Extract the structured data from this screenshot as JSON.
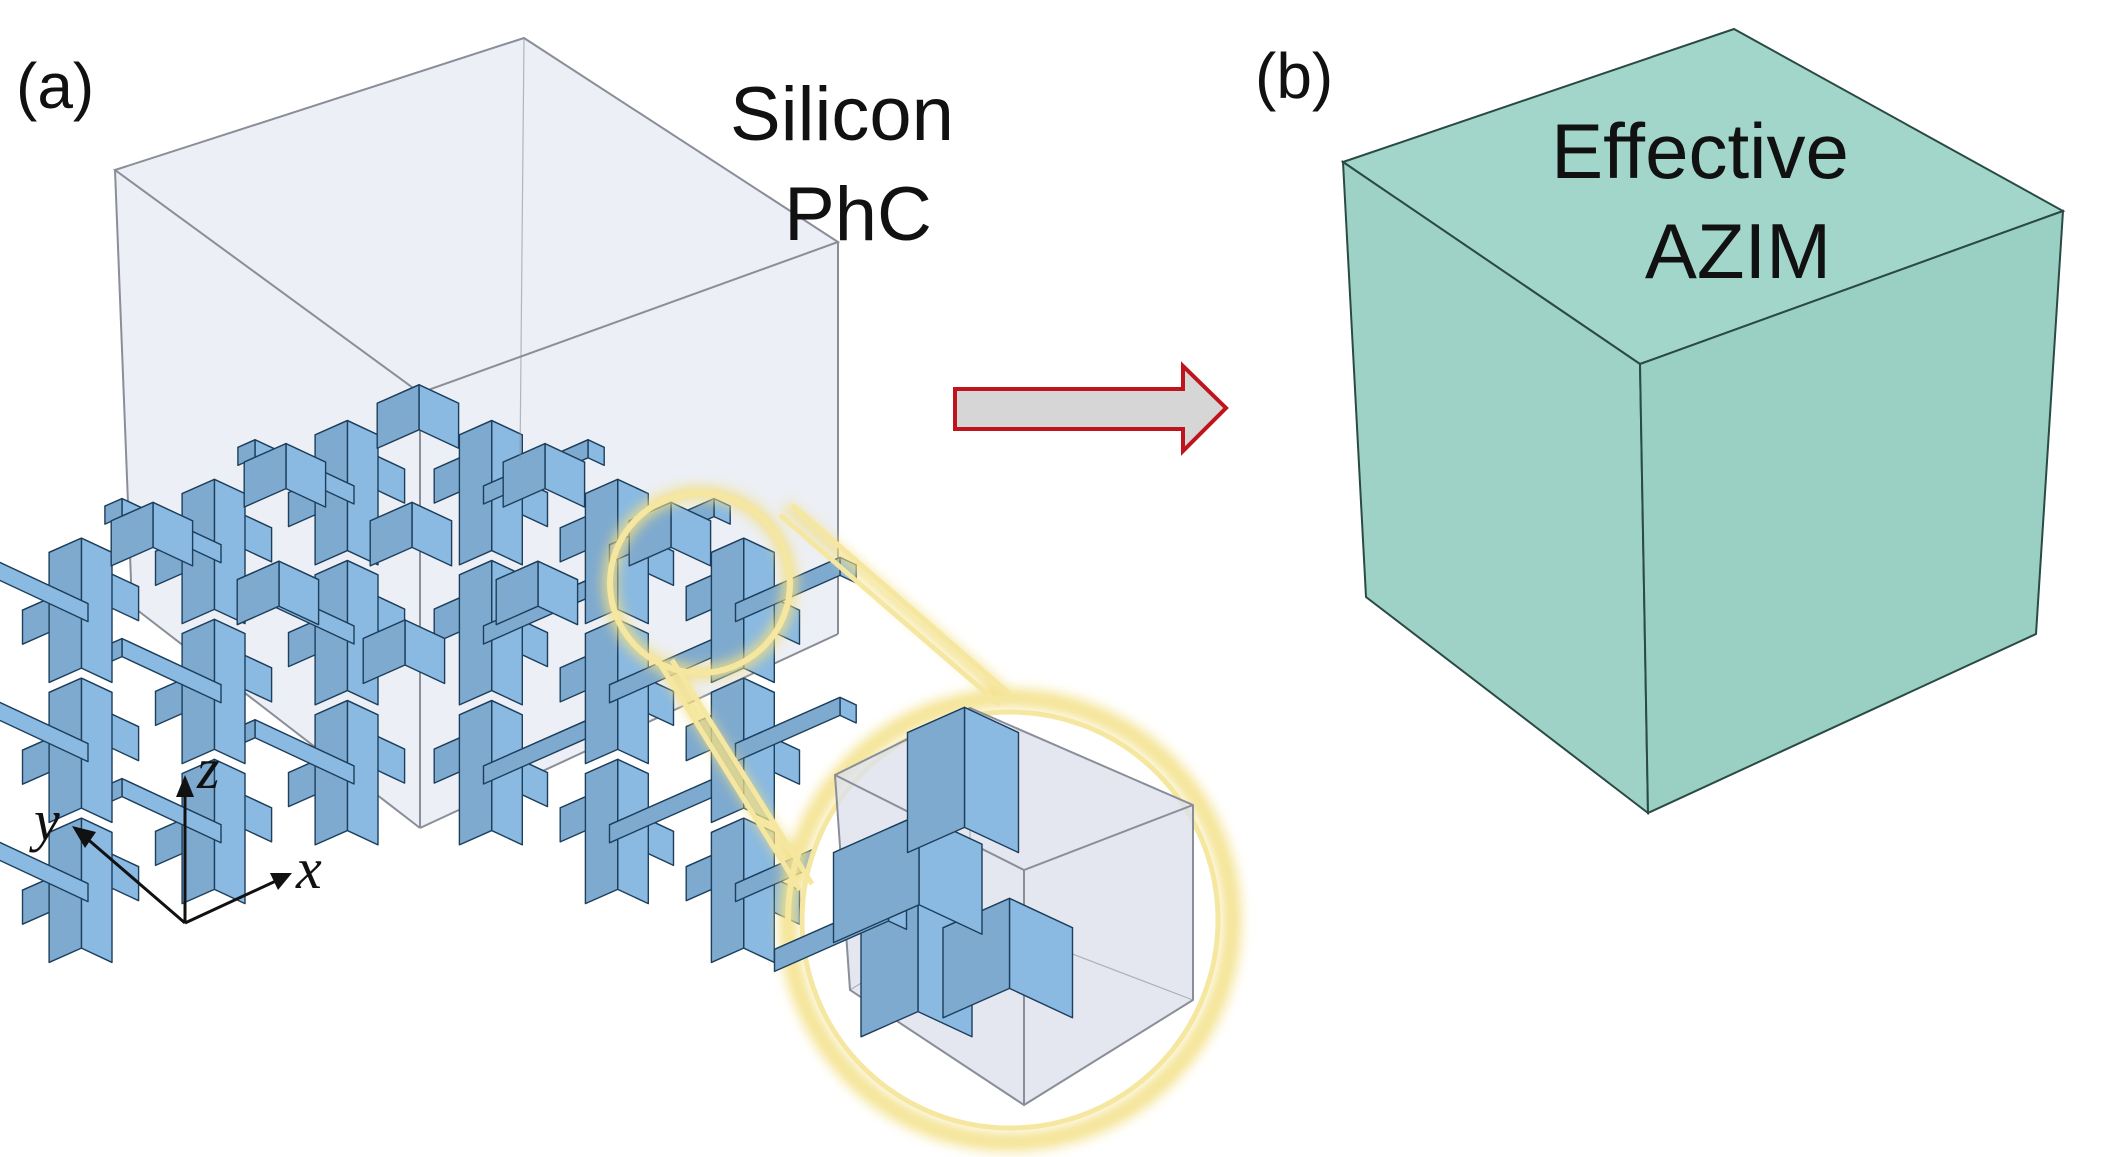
{
  "panel_a": {
    "label": "(a)",
    "structure_title_line1": "Silicon",
    "structure_title_line2": "PhC"
  },
  "panel_b": {
    "label": "(b)",
    "block_title_line1": "Effective",
    "block_title_line2": "AZIM"
  },
  "axes": {
    "z": "z",
    "y": "y",
    "x": "x"
  },
  "colors": {
    "silicon": "#8dbde6",
    "silicon_edge": "#1d3f5c",
    "enclosure": "#dde1ec",
    "enclosure_edge": "#8a8e98",
    "effective_top": "#a2d6cb",
    "effective_left": "#9fd2c7",
    "effective_right": "#9ad0c4",
    "highlight": "#f3df82",
    "arrow_fill": "#d6d6d6",
    "arrow_edge": "#c0141c"
  }
}
